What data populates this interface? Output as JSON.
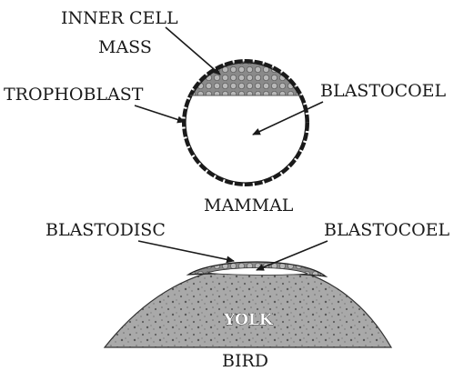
{
  "mammal": {
    "label_inner_cell_mass_line1": "INNER CELL",
    "label_inner_cell_mass_line2": "MASS",
    "label_trophoblast": "TROPHOBLAST",
    "label_blastocoel": "BLASTOCOEL",
    "caption": "MAMMAL"
  },
  "bird": {
    "label_blastodisc": "BLASTODISC",
    "label_blastocoel": "BLASTOCOEL",
    "label_yolk": "YOLK",
    "caption": "BIRD"
  }
}
